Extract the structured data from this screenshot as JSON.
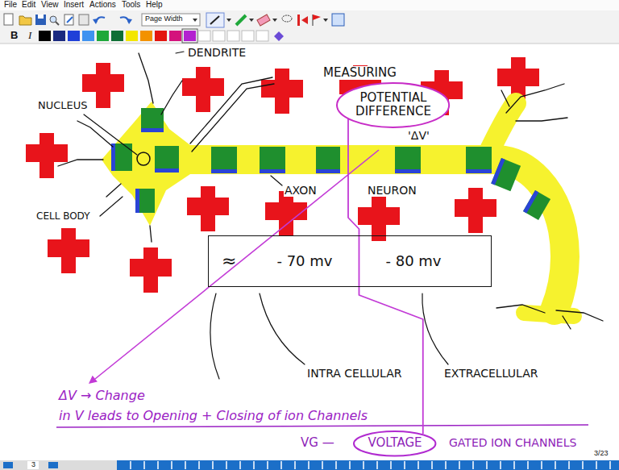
{
  "diagram": {
    "nodes": [
      {
        "text": [
          "POTENTIAL DIFFERENCE"
        ]
      },
      {
        "text": [
          "≈",
          "- 70 mv",
          "- 80 mv"
        ]
      },
      {
        "text": [
          "VOLTAGE"
        ]
      }
    ],
    "edges": [
      {
        "from": 0,
        "to": 2,
        "arrow": "none"
      }
    ],
    "labels": [
      "File",
      "Edit",
      "View",
      "Insert",
      "Actions",
      "Tools",
      "Help",
      "Page Width",
      "B",
      "I",
      "DENDRITE",
      "NUCLEUS",
      "MEASURING",
      "'ΔV'",
      "CELL BODY",
      "AXON",
      "NEURON",
      "INTRA CELLULAR",
      "EXTRACELLULAR",
      "ΔV → Change",
      "in V leads to Opening + Closing of ion Channels",
      "VG —",
      "GATED ION CHANNELS",
      "3/23",
      "3"
    ]
  }
}
